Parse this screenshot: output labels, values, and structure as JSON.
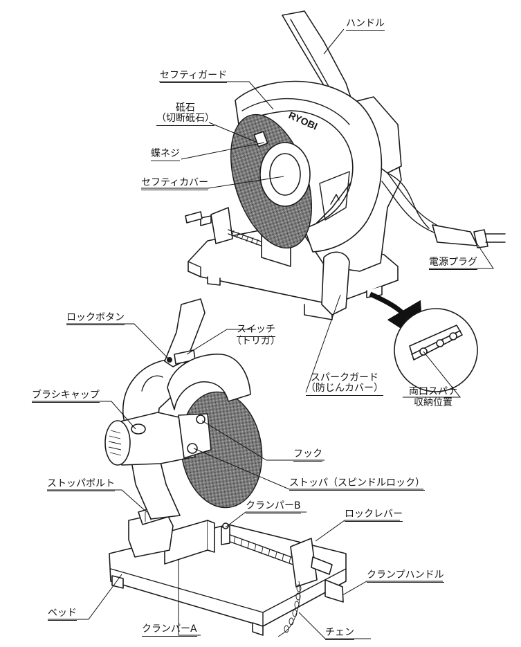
{
  "brand_logo": "RYOBI",
  "labels": {
    "handle": "ハンドル",
    "safety_guard": "セフティガード",
    "wheel_line1": "砥石",
    "wheel_line2": "（切断砥石）",
    "wing_screw": "蝶ネジ",
    "safety_cover": "セフティカバー",
    "power_plug": "電源プラグ",
    "spark_guard_line1": "スパークガード",
    "spark_guard_line2": "（防じんカバー）",
    "wrench_line1": "両口スパナ",
    "wrench_line2": "収納位置",
    "lock_button": "ロックボタン",
    "switch_line1": "スイッチ",
    "switch_line2": "（トリガ）",
    "brush_cap": "ブラシキャップ",
    "hook": "フック",
    "stopper": "ストッパ（スピンドルロック）",
    "stop_bolt": "ストッパボルト",
    "clamper_b": "クランパーB",
    "lock_lever": "ロックレバー",
    "clamp_handle": "クランプハンドル",
    "bed": "ベッド",
    "clamper_a": "クランパーA",
    "chain": "チェン"
  }
}
